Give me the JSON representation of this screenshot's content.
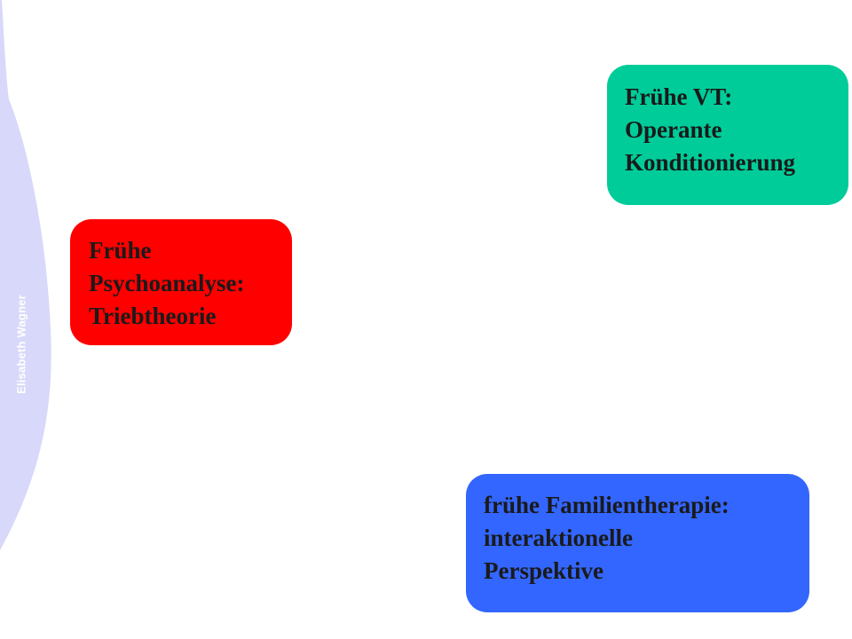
{
  "author": "Elisabeth Wagner",
  "colors": {
    "band": "#d8d8fa",
    "vt": "#00cc99",
    "psychoanalysis": "#ff0000",
    "family": "#3366ff"
  },
  "boxes": {
    "vt": {
      "lines": [
        "Frühe VT:",
        "Operante",
        "Konditionierung"
      ]
    },
    "psychoanalysis": {
      "lines": [
        "Frühe",
        "Psychoanalyse:",
        "Triebtheorie"
      ]
    },
    "family": {
      "lines": [
        "frühe Familientherapie:",
        "interaktionelle",
        "Perspektive"
      ]
    }
  }
}
